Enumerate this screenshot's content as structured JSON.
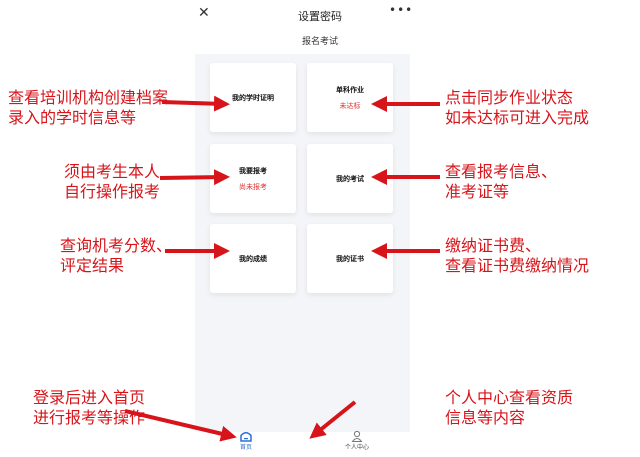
{
  "header": {
    "title": "设置密码",
    "close_icon": "close-icon",
    "more_icon": "more-icon"
  },
  "page": {
    "subtitle": "报名考试"
  },
  "cards": [
    {
      "title": "我的学时证明",
      "status": null
    },
    {
      "title": "单科作业",
      "status": "未达标"
    },
    {
      "title": "我要报考",
      "status": "尚未报考"
    },
    {
      "title": "我的考试",
      "status": null
    },
    {
      "title": "我的成绩",
      "status": null
    },
    {
      "title": "我的证书",
      "status": null
    }
  ],
  "tabs": [
    {
      "label": "首页",
      "icon": "home-icon",
      "active": true
    },
    {
      "label": "个人中心",
      "icon": "person-icon",
      "active": false
    }
  ],
  "annotations": {
    "a1": [
      "查看培训机构创建档案",
      "录入的学时信息等"
    ],
    "a2": [
      "点击同步作业状态",
      "如未达标可进入完成"
    ],
    "a3": [
      "须由考生本人",
      "自行操作报考"
    ],
    "a4": [
      "查看报考信息、",
      "准考证等"
    ],
    "a5": [
      "查询机考分数、",
      "评定结果"
    ],
    "a6": [
      "缴纳证书费、",
      "查看证书费缴纳情况"
    ],
    "a7": [
      "登录后进入首页",
      "进行报考等操作"
    ],
    "a8": [
      "个人中心查看资质",
      "信息等内容"
    ]
  },
  "colors": {
    "annotation": "#d7141a",
    "accent": "#2b6fd6"
  }
}
